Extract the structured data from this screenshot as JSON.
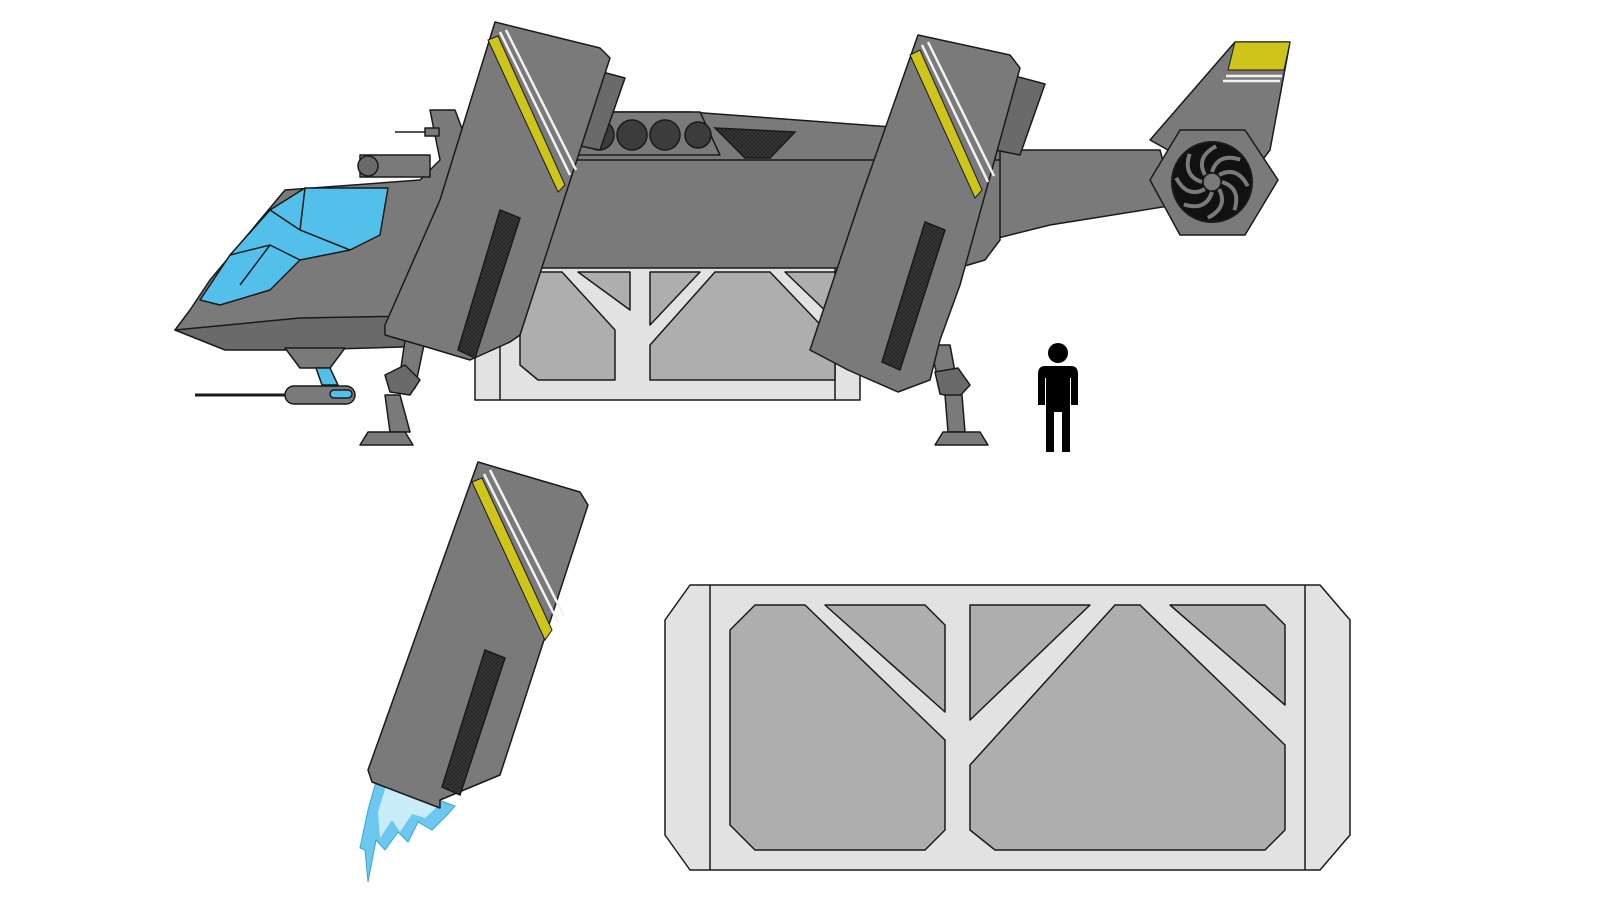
{
  "colors": {
    "background": "#ffffff",
    "hull": "#7a7a7a",
    "hull_dark": "#6a6a6a",
    "hull_light": "#8a8a8a",
    "outline": "#1a1a1a",
    "canopy": "#52c0ea",
    "canopy_dark": "#3aa5d2",
    "stripe_yellow": "#cfc51a",
    "stripe_white": "#f2f2f2",
    "grille": "#3c3c3c",
    "bay_frame": "#e2e2e2",
    "bay_panel": "#aeaeae",
    "thruster_flame": "#6cc8ee",
    "thruster_flame_core": "#c8ecf8",
    "person": "#000000",
    "fan": "#111111"
  },
  "icons": {
    "dropship": "vtol-dropship-side-view",
    "engine_pod": "tilt-engine-pod-thrusting",
    "cargo_module": "cargo-bay-module",
    "scale_figure": "human-scale-figure"
  }
}
